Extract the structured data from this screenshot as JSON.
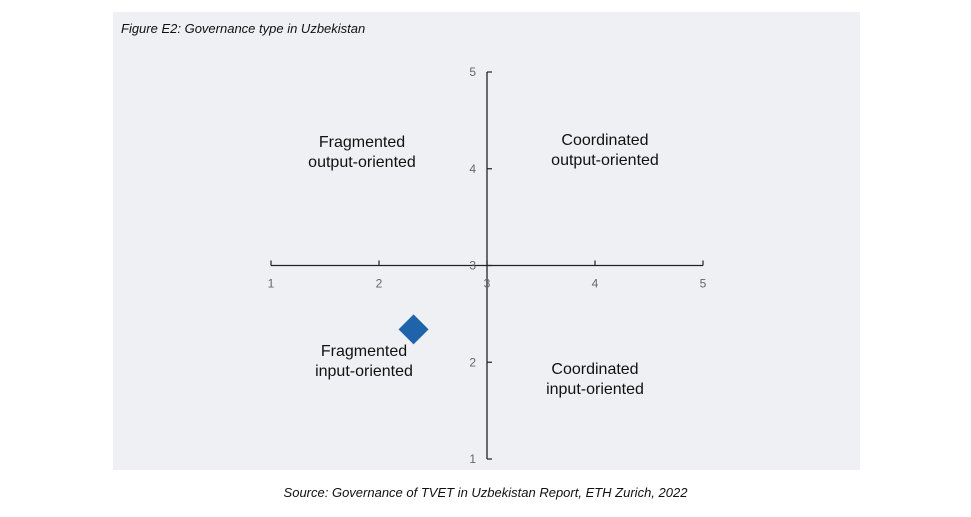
{
  "figure_title": "Figure E2: Governance type in Uzbekistan",
  "source": "Source: Governance of TVET in Uzbekistan Report, ETH Zurich, 2022",
  "colors": {
    "panel": "#eff0f4",
    "axis": "#222222",
    "marker": "#1f63aa"
  },
  "chart_data": {
    "type": "scatter",
    "title": "",
    "xlabel": "",
    "ylabel": "",
    "xlim": [
      1,
      5
    ],
    "ylim": [
      1,
      5
    ],
    "xticks": [
      1,
      2,
      3,
      4,
      5
    ],
    "yticks": [
      1,
      2,
      3,
      4,
      5
    ],
    "axes_cross_at": [
      3,
      3
    ],
    "grid": false,
    "marker": "diamond",
    "points": [
      {
        "x": 2.32,
        "y": 2.34
      }
    ],
    "quadrant_labels": {
      "top_left": [
        "Fragmented",
        "output-oriented"
      ],
      "top_right": [
        "Coordinated",
        "output-oriented"
      ],
      "bottom_left": [
        "Fragmented",
        "input-oriented"
      ],
      "bottom_right": [
        "Coordinated",
        "input-oriented"
      ]
    }
  }
}
